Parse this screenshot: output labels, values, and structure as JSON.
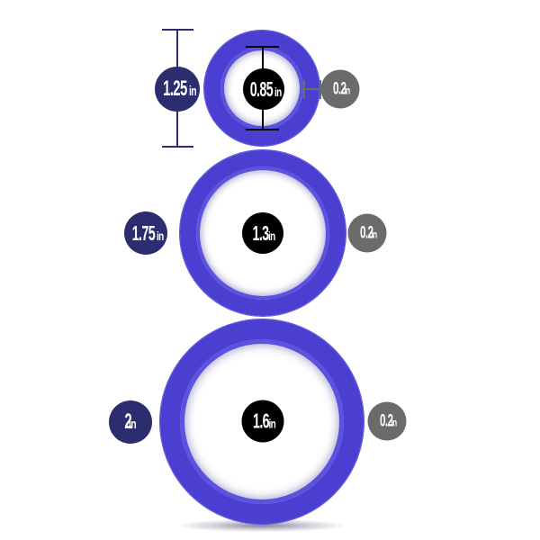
{
  "colors": {
    "ring": "#4a3fd0",
    "ring_dark": "#2e2496",
    "ring_light": "#5b52e0",
    "outer_badge": "#2b2d6e",
    "inner_badge": "#000000",
    "thickness_badge": "#6b6b6b",
    "dimension_line_outer": "#2b2d6e",
    "dimension_line_inner": "#000000",
    "dimension_line_thickness": "#6b6b6b"
  },
  "rings": [
    {
      "id": "small",
      "outer_diameter": {
        "value": "1.25",
        "unit": "in"
      },
      "inner_diameter": {
        "value": "0.85",
        "unit": "in"
      },
      "thickness": {
        "value": "0.2",
        "unit": "in"
      }
    },
    {
      "id": "medium",
      "outer_diameter": {
        "value": "1.75",
        "unit": "in"
      },
      "inner_diameter": {
        "value": "1.3",
        "unit": "in"
      },
      "thickness": {
        "value": "0.2",
        "unit": "in"
      }
    },
    {
      "id": "large",
      "outer_diameter": {
        "value": "2",
        "unit": "in"
      },
      "inner_diameter": {
        "value": "1.6",
        "unit": "in"
      },
      "thickness": {
        "value": "0.2",
        "unit": "in"
      }
    }
  ]
}
